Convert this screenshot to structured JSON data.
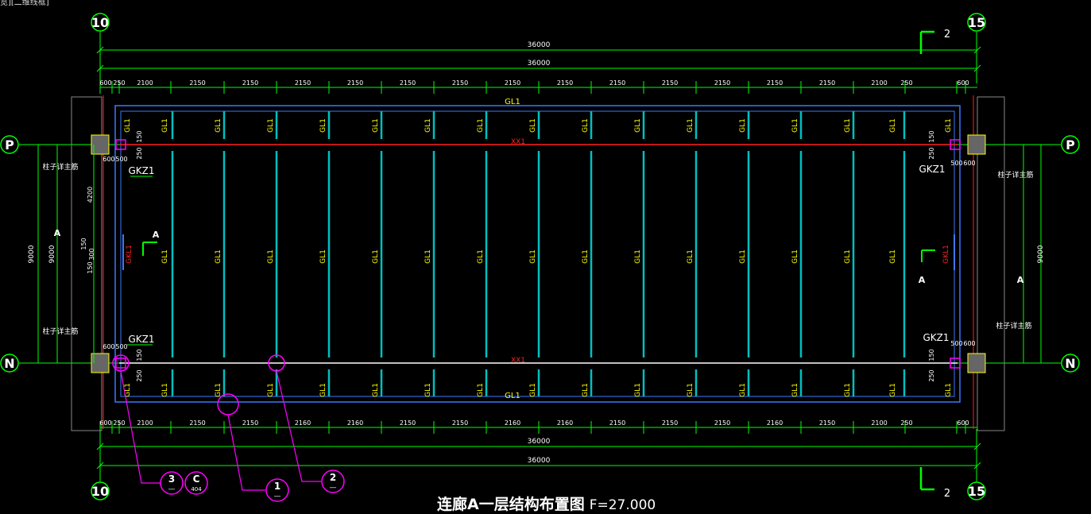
{
  "tab_label": "览][二维线框]",
  "title": "连廊A一层结构布置图",
  "elevation": "F=27.000",
  "axes": {
    "left_col": "10",
    "right_col": "15",
    "top_row": "P",
    "bottom_row": "N"
  },
  "dims": {
    "overall": "36000",
    "top_chain": [
      "600",
      "250",
      "2100",
      "2150",
      "2150",
      "2150",
      "2150",
      "2150",
      "2150",
      "2150",
      "2150",
      "2150",
      "2150",
      "2150",
      "2150",
      "2150",
      "2100",
      "250",
      "600"
    ],
    "bottom_chain": [
      "600",
      "250",
      "2100",
      "2150",
      "2150",
      "2160",
      "2160",
      "2150",
      "2150",
      "2160",
      "2160",
      "2150",
      "2150",
      "2150",
      "2160",
      "2150",
      "2100",
      "250",
      "600"
    ],
    "left_vertical": "9000",
    "right_vertical": "9000",
    "left_inner": [
      "150",
      "4200",
      "150",
      "300",
      "150"
    ],
    "left_sub": "9000"
  },
  "labels": {
    "beam": "GL1",
    "tie": "XX1",
    "column": "GKZ1",
    "gkl": "GKL1",
    "col_note": "柱子详主筋",
    "left_offsets": [
      "600",
      "500"
    ],
    "right_offsets": [
      "500",
      "600"
    ],
    "small_dims": [
      "150",
      "250"
    ],
    "section_a": "A",
    "section_2": "2"
  },
  "details": [
    {
      "num": "3",
      "ref": "—"
    },
    {
      "num": "C",
      "ref": "404"
    },
    {
      "num": "1",
      "ref": "—"
    },
    {
      "num": "2",
      "ref": "—"
    }
  ],
  "colors": {
    "green": "#00ff00",
    "cyan": "#00c0c0",
    "blue": "#3c78ff",
    "yellow": "#ffff00",
    "red": "#ff2020",
    "magenta": "#ff00ff",
    "white": "#ffffff",
    "gray": "#888888"
  }
}
